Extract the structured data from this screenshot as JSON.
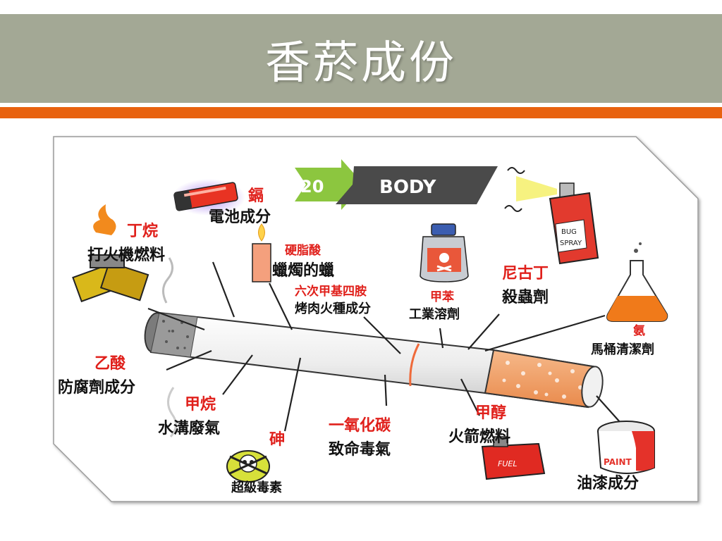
{
  "slide": {
    "title": "香菸成份"
  },
  "logo": {
    "number": "20",
    "word": "BODY"
  },
  "labels": {
    "ge_name": "鎘",
    "ge_use": "電池成分",
    "dingwan_name": "丁烷",
    "dingwan_use": "打火機燃料",
    "yingzhi_name": "硬脂酸",
    "yingzhi_use": "蠟燭的蠟",
    "liuci_name": "六次甲基四胺",
    "liuci_use": "烤肉火種成分",
    "jiaben_name": "甲苯",
    "jiaben_use": "工業溶劑",
    "nicotine_name": "尼古丁",
    "nicotine_use": "殺蟲劑",
    "ammonia_name": "氨",
    "ammonia_use": "馬桶清潔劑",
    "acetic_name": "乙酸",
    "acetic_use": "防腐劑成分",
    "methane_name": "甲烷",
    "methane_use": "水溝廢氣",
    "arsenic_name": "砷",
    "arsenic_use": "超級毒素",
    "co_name": "一氧化碳",
    "co_use": "致命毒氣",
    "methanol_name": "甲醇",
    "methanol_use": "火箭燃料",
    "paint_use": "油漆成分",
    "can_text_1": "BUG",
    "can_text_2": "SPRAY",
    "fuel_text": "FUEL",
    "paint_text": "PAINT"
  },
  "colors": {
    "title_bar": "#a3a895",
    "orange_stripe": "#e8620f",
    "label_red": "#e0201b",
    "logo_green": "#8cc63f"
  }
}
